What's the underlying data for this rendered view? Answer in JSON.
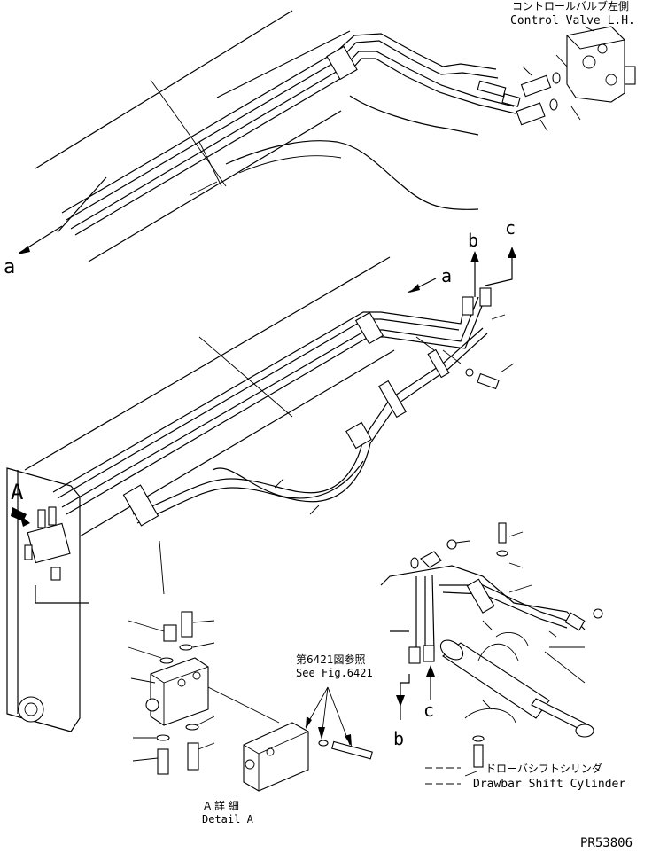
{
  "callouts": {
    "control_valve_jp": "コントロールバルブ左側",
    "control_valve_en": "Control Valve L.H.",
    "see_fig_jp": "第6421図参照",
    "see_fig_en": "See Fig.6421",
    "drawbar_jp": "ドローバシフトシリンダ",
    "drawbar_en": "Drawbar Shift Cylinder",
    "detail_jp": "A 詳 細",
    "detail_en": "Detail A",
    "view_a": "A"
  },
  "connection_letters": {
    "a_upper": "a",
    "a_middle": "a",
    "b_upper": "b",
    "c_upper": "c",
    "b_lower": "b",
    "c_lower": "c"
  },
  "drawing_number": "PR53806"
}
